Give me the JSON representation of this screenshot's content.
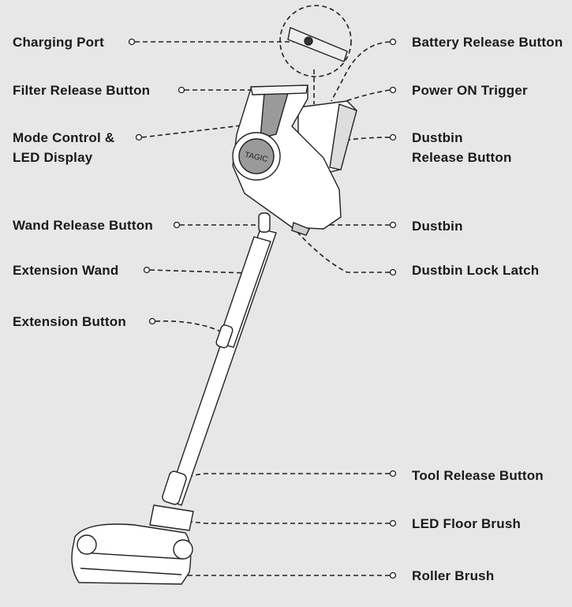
{
  "brand_logo": "TAGIC",
  "labels_left": [
    {
      "id": "charging-port",
      "line1": "Charging Port"
    },
    {
      "id": "filter-release-button",
      "line1": "Filter Release Button"
    },
    {
      "id": "mode-control",
      "line1": "Mode Control &",
      "line2": "LED Display"
    },
    {
      "id": "wand-release-button",
      "line1": "Wand Release Button"
    },
    {
      "id": "extension-wand",
      "line1": "Extension Wand"
    },
    {
      "id": "extension-button",
      "line1": "Extension Button"
    }
  ],
  "labels_right": [
    {
      "id": "battery-release-button",
      "line1": "Battery Release Button"
    },
    {
      "id": "power-on-trigger",
      "line1": "Power ON Trigger"
    },
    {
      "id": "dustbin-release-button",
      "line1": "Dustbin",
      "line2": "Release Button"
    },
    {
      "id": "dustbin",
      "line1": "Dustbin"
    },
    {
      "id": "dustbin-lock-latch",
      "line1": "Dustbin Lock Latch"
    },
    {
      "id": "tool-release-button",
      "line1": "Tool Release Button"
    },
    {
      "id": "led-floor-brush",
      "line1": "LED Floor Brush"
    },
    {
      "id": "roller-brush",
      "line1": "Roller Brush"
    }
  ]
}
